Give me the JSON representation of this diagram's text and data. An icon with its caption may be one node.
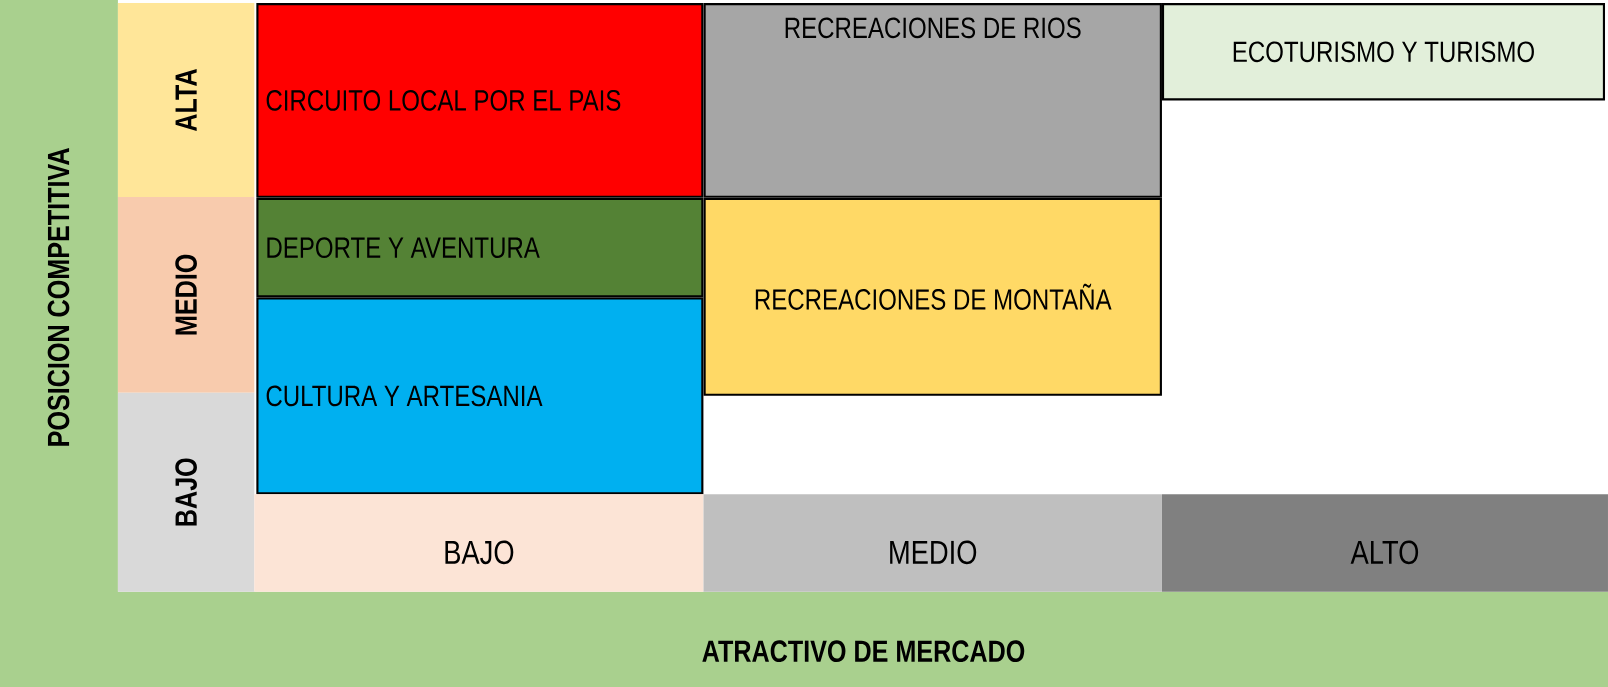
{
  "diagram": {
    "nodes": [
      {
        "text": [
          "ALTA"
        ]
      },
      {
        "text": [
          "CIRCUITO LOCAL POR EL PAIS"
        ]
      },
      {
        "text": [
          "RECREACIONES DE RIOS"
        ]
      },
      {
        "text": [
          "ECOTURISMO Y TURISMO"
        ]
      },
      {
        "text": [
          "MEDIO"
        ]
      },
      {
        "text": [
          "DEPORTE Y AVENTURA"
        ]
      },
      {
        "text": [
          "RECREACIONES DE MONTAÑA"
        ]
      },
      {
        "text": [
          "CULTURA Y ARTESANIA"
        ]
      },
      {
        "text": [
          "BAJO"
        ]
      },
      {
        "text": [
          "BAJO"
        ]
      },
      {
        "text": [
          "MEDIO"
        ]
      },
      {
        "text": [
          "ALTO"
        ]
      }
    ],
    "labels": [
      "POSICION COMPETITIVA",
      "ATRACTIVO DE MERCADO"
    ]
  }
}
